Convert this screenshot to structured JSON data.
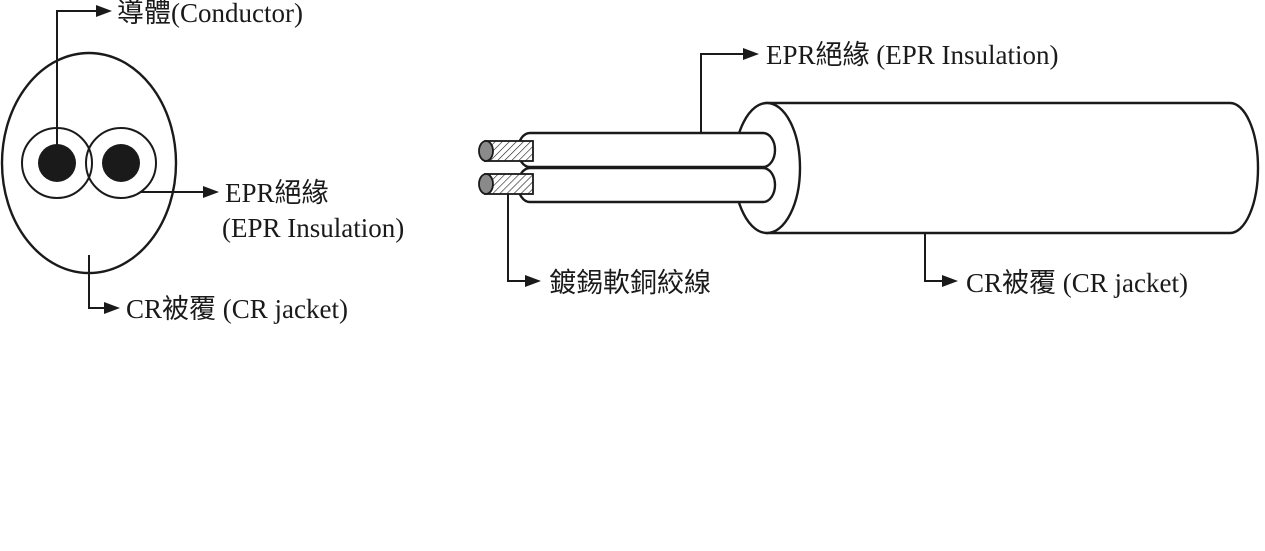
{
  "cross_section": {
    "conductor_label": "導體(Conductor)",
    "insulation_label_line1": "EPR絕緣",
    "insulation_label_line2": "(EPR Insulation)",
    "jacket_label": "CR被覆 (CR jacket)"
  },
  "side_view": {
    "insulation_label": "EPR絕緣 (EPR Insulation)",
    "strand_label": "鍍錫軟銅絞線",
    "jacket_label": "CR被覆 (CR jacket)"
  }
}
